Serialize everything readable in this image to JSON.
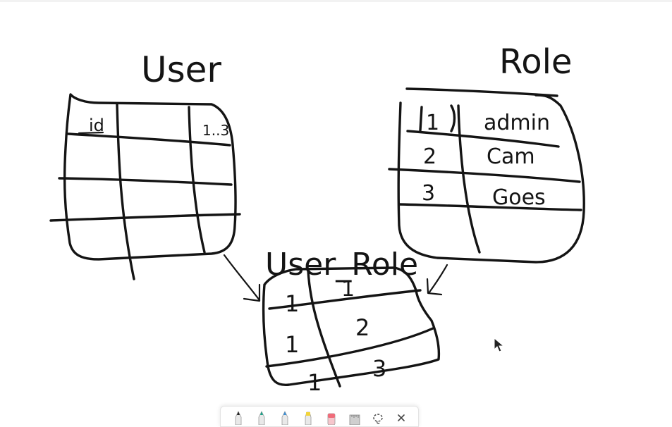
{
  "whiteboard": {
    "labels": {
      "user_title": "User",
      "role_title": "Role",
      "user_role_title": "User_Role",
      "user_id_cell": "id",
      "user_roles_cell": "1..3"
    },
    "role_table": {
      "rows": [
        {
          "id": "1",
          "name": "admin"
        },
        {
          "id": "2",
          "name": "Cam"
        },
        {
          "id": "3",
          "name": "Goes"
        }
      ]
    },
    "user_role_table": {
      "rows": [
        {
          "user_id": "1",
          "role_id": "1"
        },
        {
          "user_id": "1",
          "role_id": "2"
        },
        {
          "user_id": "1",
          "role_id": "3"
        }
      ]
    }
  },
  "toolbar": {
    "tools": [
      {
        "name": "pen-black",
        "color": "#222222"
      },
      {
        "name": "pen-teal",
        "color": "#1aa38a"
      },
      {
        "name": "pen-blue",
        "color": "#3a8fd6"
      },
      {
        "name": "highlighter-yellow",
        "color": "#f2d43a"
      },
      {
        "name": "eraser",
        "color": "#f06c7a"
      },
      {
        "name": "ruler",
        "color": "#9a9a9a"
      },
      {
        "name": "lasso",
        "color": "#444444"
      },
      {
        "name": "close",
        "color": "#444444"
      }
    ]
  }
}
